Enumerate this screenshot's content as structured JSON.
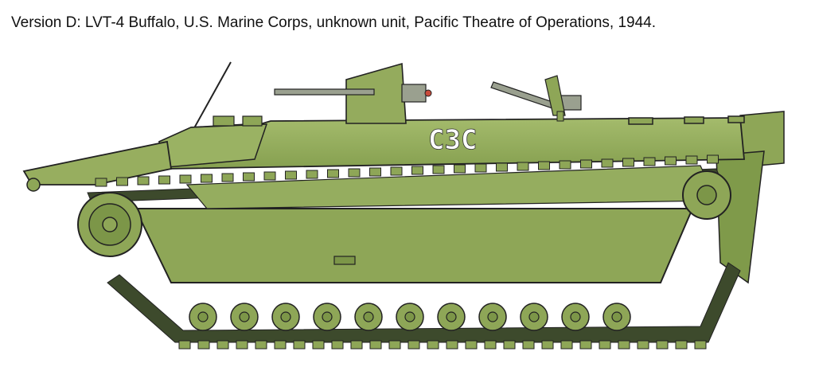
{
  "caption": "Version D: LVT-4 Buffalo, U.S. Marine Corps, unknown unit, Pacific Theatre of Operations, 1944.",
  "hull_code": "C3C",
  "colors": {
    "olive": "#8ea657",
    "olive_light": "#a2b96a",
    "olive_dark": "#6d8441",
    "track": "#3d4a2c",
    "gun": "#9aa08f",
    "outline": "#222222"
  },
  "icons": [
    "lvt-4-buffalo-illustration",
    "machine-gun-icon",
    "road-wheel-icon",
    "track-link-icon"
  ]
}
